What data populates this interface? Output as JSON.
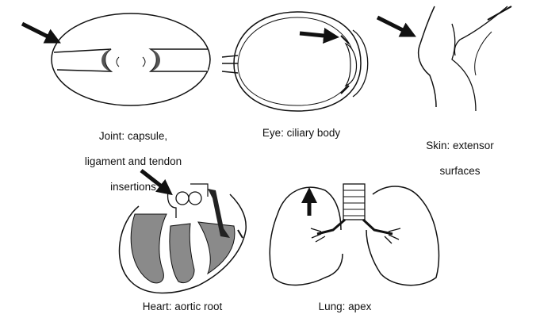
{
  "panels": {
    "joint": {
      "caption_lines": [
        "Joint: capsule,",
        "ligament and tendon",
        "insertions"
      ],
      "icon": "joint-diagram"
    },
    "eye": {
      "caption": "Eye: ciliary body",
      "icon": "eye-diagram"
    },
    "skin": {
      "caption_lines": [
        "Skin: extensor",
        "surfaces"
      ],
      "icon": "skin-diagram"
    },
    "heart": {
      "caption": "Heart: aortic root",
      "icon": "heart-diagram"
    },
    "lung": {
      "caption": "Lung: apex",
      "icon": "lung-diagram"
    }
  },
  "colors": {
    "ink": "#111111",
    "shade": "#8a8a8a",
    "dark_shade": "#333333",
    "background": "#ffffff"
  }
}
